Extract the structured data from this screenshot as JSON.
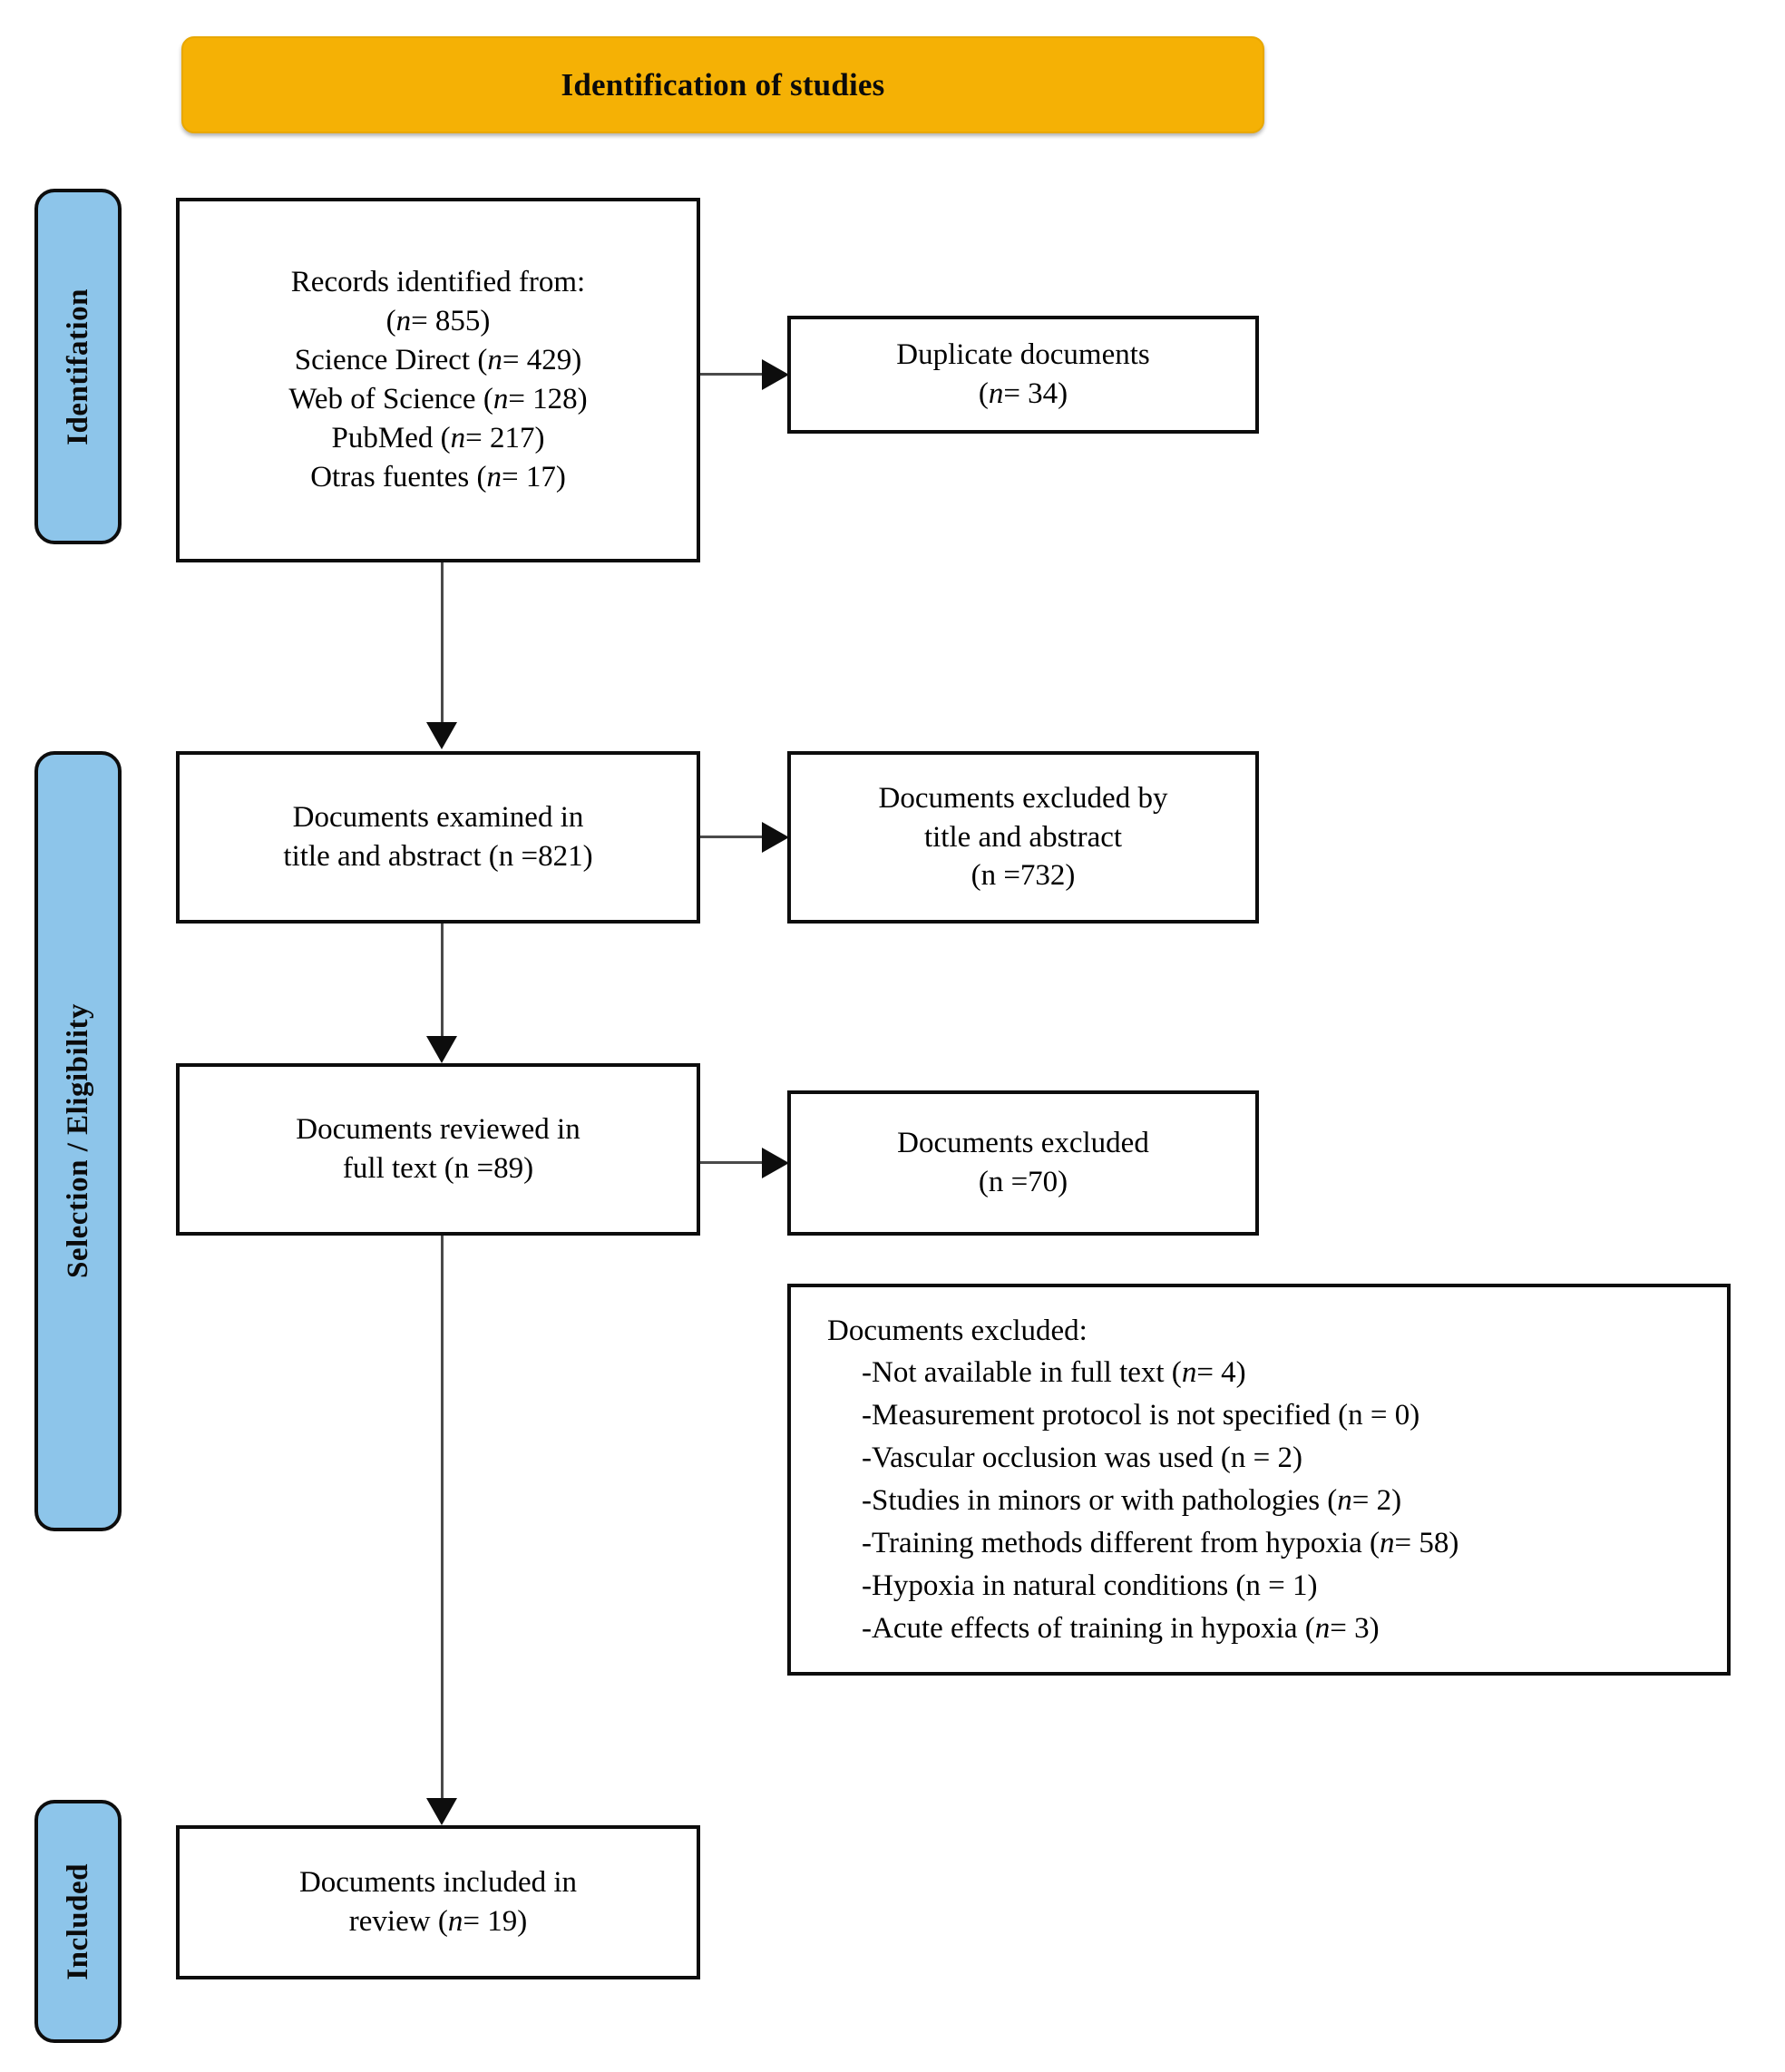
{
  "header": {
    "title": "Identification of studies",
    "color": "#f5b105"
  },
  "stages": {
    "identification": "Identifation",
    "selection": "Selection / Eligibility",
    "included": "Included",
    "color": "#8dc5ea"
  },
  "boxes": {
    "records_identified": {
      "lines": [
        "Records identified from:",
        "(n= 855)",
        "Science Direct (n= 429)",
        "Web of Science (n= 128)",
        "PubMed (n= 217)",
        "Otras fuentes (n= 17)"
      ]
    },
    "duplicate_documents": {
      "lines": [
        "Duplicate documents",
        "(n= 34)"
      ]
    },
    "documents_examined": {
      "lines": [
        "Documents examined in",
        "title and abstract (n =821)"
      ]
    },
    "documents_excluded_title": {
      "lines": [
        "Documents excluded by",
        "title and abstract",
        "(n =732)"
      ]
    },
    "documents_reviewed": {
      "lines": [
        "Documents reviewed in",
        "full text (n =89)"
      ]
    },
    "documents_excluded_full": {
      "lines": [
        "Documents excluded",
        "(n =70)"
      ]
    },
    "documents_excluded_reasons": {
      "heading": "Documents excluded:",
      "items": [
        "-Not available in full text (n= 4)",
        "-Measurement protocol is not specified (n = 0)",
        "-Vascular occlusion was used (n = 2)",
        "-Studies in minors or with pathologies (n= 2)",
        "-Training methods different from hypoxia (n= 58)",
        "-Hypoxia in natural conditions (n = 1)",
        "-Acute effects of training in hypoxia (n= 3)"
      ]
    },
    "documents_included": {
      "lines": [
        "Documents included in",
        "review (n= 19)"
      ]
    }
  },
  "chart_data": {
    "type": "diagram",
    "title": "Identification of studies",
    "diagram_kind": "PRISMA flow diagram",
    "stages": [
      "Identifation",
      "Selection / Eligibility",
      "Included"
    ],
    "nodes": [
      {
        "id": "records_identified",
        "label": "Records identified from:",
        "n": 855,
        "sources": [
          {
            "name": "Science Direct",
            "n": 429
          },
          {
            "name": "Web of Science",
            "n": 128
          },
          {
            "name": "PubMed",
            "n": 217
          },
          {
            "name": "Otras fuentes",
            "n": 17
          }
        ]
      },
      {
        "id": "duplicate_documents",
        "label": "Duplicate documents",
        "n": 34
      },
      {
        "id": "documents_examined",
        "label": "Documents examined in title and abstract",
        "n": 821
      },
      {
        "id": "documents_excluded_title",
        "label": "Documents excluded by title and abstract",
        "n": 732
      },
      {
        "id": "documents_reviewed",
        "label": "Documents reviewed in full text",
        "n": 89
      },
      {
        "id": "documents_excluded_full",
        "label": "Documents excluded",
        "n": 70
      },
      {
        "id": "documents_excluded_reasons",
        "label": "Documents excluded:",
        "n": 70,
        "breakdown": [
          {
            "reason": "Not available in full text",
            "n": 4
          },
          {
            "reason": "Measurement protocol is not specified",
            "n": 0
          },
          {
            "reason": "Vascular occlusion was used",
            "n": 2
          },
          {
            "reason": "Studies in minors or with pathologies",
            "n": 2
          },
          {
            "reason": "Training methods different from hypoxia",
            "n": 58
          },
          {
            "reason": "Hypoxia in natural conditions",
            "n": 1
          },
          {
            "reason": "Acute effects of training in hypoxia",
            "n": 3
          }
        ]
      },
      {
        "id": "documents_included",
        "label": "Documents included in review",
        "n": 19
      }
    ],
    "edges": [
      {
        "from": "records_identified",
        "to": "duplicate_documents",
        "direction": "right"
      },
      {
        "from": "records_identified",
        "to": "documents_examined",
        "direction": "down"
      },
      {
        "from": "documents_examined",
        "to": "documents_excluded_title",
        "direction": "right"
      },
      {
        "from": "documents_examined",
        "to": "documents_reviewed",
        "direction": "down"
      },
      {
        "from": "documents_reviewed",
        "to": "documents_excluded_full",
        "direction": "right"
      },
      {
        "from": "documents_reviewed",
        "to": "documents_included",
        "direction": "down"
      }
    ]
  }
}
